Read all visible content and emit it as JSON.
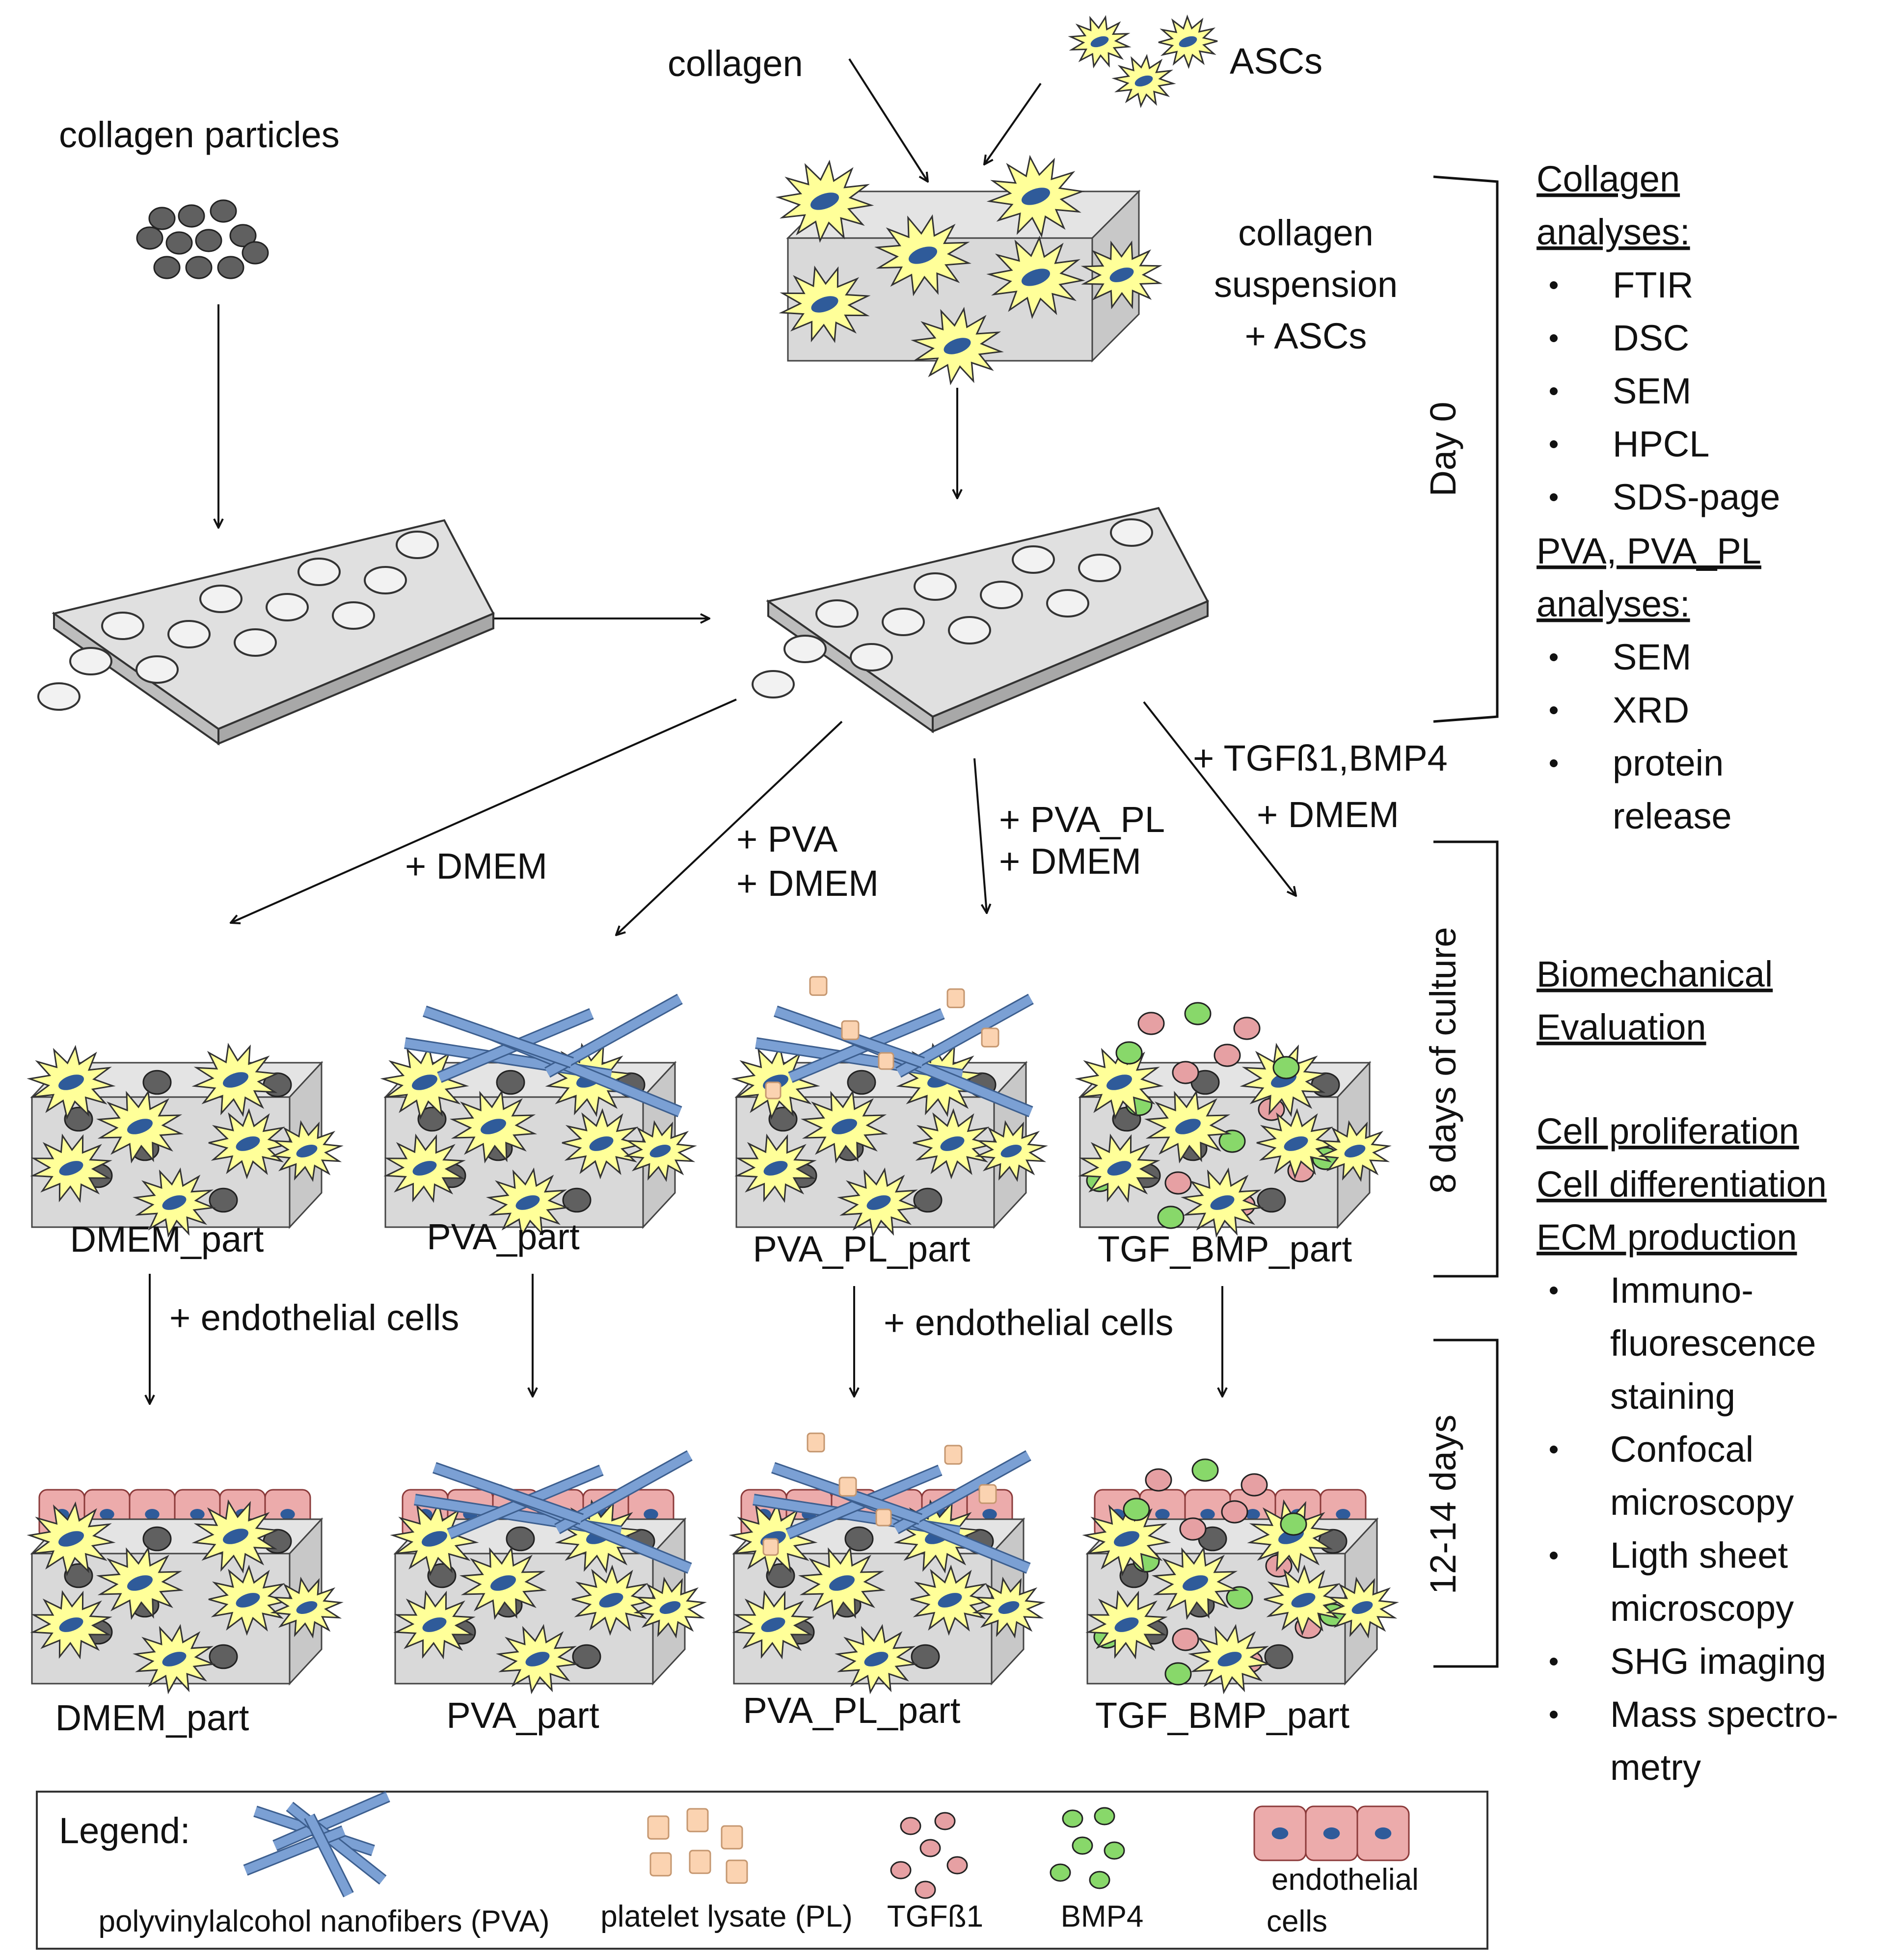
{
  "colors": {
    "block_fill": "#d9d9d9",
    "block_top": "#e4e4e4",
    "block_side": "#c8c8c8",
    "cell_yellow": "#ffff99",
    "nucleus_blue": "#2f5b9a",
    "particle_gray": "#606060",
    "fiber_blue": "#7ba0d4",
    "pl_peach": "#fbd3b1",
    "tgf_pink": "#e6a0a3",
    "bmp_green": "#88d86a",
    "endo_pink": "#ecabab"
  },
  "labels": {
    "collagen_particles": "collagen  particles",
    "collagen": "collagen",
    "ascs": "ASCs",
    "suspension": [
      "collagen",
      "suspension",
      "+ ASCs"
    ],
    "add_dmem": "+ DMEM",
    "add_pva": [
      "+ PVA",
      "+ DMEM"
    ],
    "add_pva_pl": [
      "+ PVA_PL",
      "+ DMEM"
    ],
    "add_tgf": [
      "+ TGFß1,BMP4",
      "+ DMEM"
    ],
    "add_endothelial": "+ endothelial cells"
  },
  "groups": [
    "DMEM_part",
    "PVA_part",
    "PVA_PL_part",
    "TGF_BMP_part"
  ],
  "phases": [
    "Day 0",
    "8 days of culture",
    "12-14 days"
  ],
  "analyses": {
    "collagen_title": [
      "Collagen",
      "analyses:"
    ],
    "collagen_items": [
      "FTIR",
      "DSC",
      "SEM",
      "HPCL",
      "SDS-page"
    ],
    "pva_title": [
      "PVA, PVA_PL",
      "analyses:"
    ],
    "pva_items": [
      "SEM",
      "XRD",
      "protein",
      "release"
    ],
    "biomech": [
      "Biomechanical",
      "Evaluation"
    ],
    "cell_titles": [
      "Cell proliferation",
      "Cell differentiation",
      "ECM production"
    ],
    "cell_items": [
      "Immuno-",
      "fluorescence",
      "staining",
      "Confocal",
      "microscopy",
      "Ligth sheet",
      "microscopy",
      "SHG imaging",
      "Mass spectro-",
      "metry"
    ]
  },
  "legend": {
    "title": "Legend:",
    "items": [
      "polyvinylalcohol nanofibers (PVA)",
      "platelet lysate (PL)",
      "TGFß1",
      "BMP4",
      "endothelial",
      "cells"
    ]
  }
}
